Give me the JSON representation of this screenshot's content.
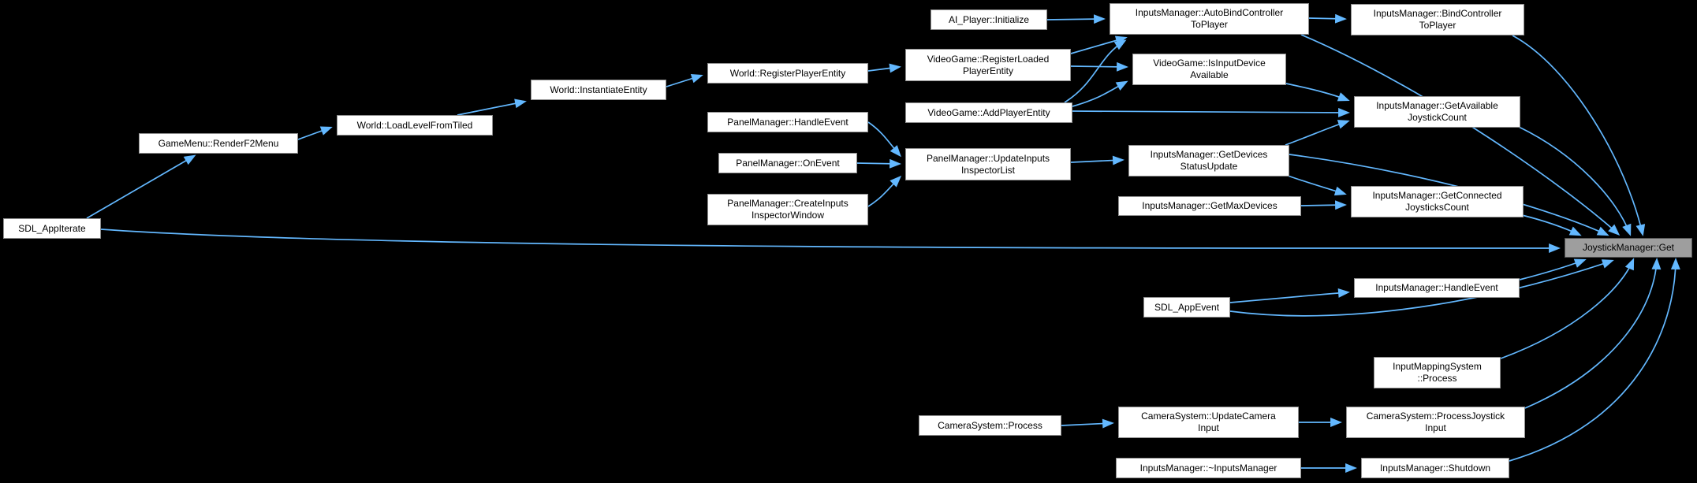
{
  "diagram": {
    "type": "call-graph",
    "highlighted_node": "JoystickManager::Get",
    "colors": {
      "background": "#000000",
      "edge": "#63b8ff",
      "node_fill": "#ffffff",
      "node_border": "#8f8f8f",
      "node_text": "#000000",
      "highlight_fill": "#9e9e9e",
      "highlight_border": "#555555"
    },
    "nodes": [
      {
        "id": "sdl_appiterate",
        "lines": [
          "SDL_AppIterate"
        ]
      },
      {
        "id": "rendermenu",
        "lines": [
          "GameMenu::RenderF2Menu"
        ]
      },
      {
        "id": "loadlevel",
        "lines": [
          "World::LoadLevelFromTiled"
        ]
      },
      {
        "id": "instantiate",
        "lines": [
          "World::InstantiateEntity"
        ]
      },
      {
        "id": "registerplayer",
        "lines": [
          "World::RegisterPlayerEntity"
        ]
      },
      {
        "id": "pm_handleevent",
        "lines": [
          "PanelManager::HandleEvent"
        ]
      },
      {
        "id": "pm_onevent",
        "lines": [
          "PanelManager::OnEvent"
        ]
      },
      {
        "id": "pm_createinputs",
        "lines": [
          "PanelManager::CreateInputs",
          "InspectorWindow"
        ]
      },
      {
        "id": "registerloaded",
        "lines": [
          "VideoGame::RegisterLoaded",
          "PlayerEntity"
        ]
      },
      {
        "id": "addplayer",
        "lines": [
          "VideoGame::AddPlayerEntity"
        ]
      },
      {
        "id": "pm_updateinputs",
        "lines": [
          "PanelManager::UpdateInputs",
          "InspectorList"
        ]
      },
      {
        "id": "ai_init",
        "lines": [
          "AI_Player::Initialize"
        ]
      },
      {
        "id": "autobind",
        "lines": [
          "InputsManager::AutoBindController",
          "ToPlayer"
        ]
      },
      {
        "id": "isinputdevice",
        "lines": [
          "VideoGame::IsInputDevice",
          "Available"
        ]
      },
      {
        "id": "getdevices",
        "lines": [
          "InputsManager::GetDevices",
          "StatusUpdate"
        ]
      },
      {
        "id": "getmaxdevices",
        "lines": [
          "InputsManager::GetMaxDevices"
        ]
      },
      {
        "id": "bindcontroller",
        "lines": [
          "InputsManager::BindController",
          "ToPlayer"
        ]
      },
      {
        "id": "getavailable",
        "lines": [
          "InputsManager::GetAvailable",
          "JoystickCount"
        ]
      },
      {
        "id": "getconnected",
        "lines": [
          "InputsManager::GetConnected",
          "JoysticksCount"
        ]
      },
      {
        "id": "get",
        "lines": [
          "JoystickManager::Get"
        ],
        "highlighted": true
      },
      {
        "id": "im_handleevent",
        "lines": [
          "InputsManager::HandleEvent"
        ]
      },
      {
        "id": "sdl_appevent",
        "lines": [
          "SDL_AppEvent"
        ]
      },
      {
        "id": "inputmapping",
        "lines": [
          "InputMappingSystem",
          "::Process"
        ]
      },
      {
        "id": "cs_process",
        "lines": [
          "CameraSystem::Process"
        ]
      },
      {
        "id": "cs_update",
        "lines": [
          "CameraSystem::UpdateCamera",
          "Input"
        ]
      },
      {
        "id": "cs_processjoy",
        "lines": [
          "CameraSystem::ProcessJoystick",
          "Input"
        ]
      },
      {
        "id": "im_dtor",
        "lines": [
          "InputsManager::~InputsManager"
        ]
      },
      {
        "id": "im_shutdown",
        "lines": [
          "InputsManager::Shutdown"
        ]
      }
    ],
    "edges": [
      {
        "from": "sdl_appiterate",
        "to": "rendermenu"
      },
      {
        "from": "sdl_appiterate",
        "to": "get"
      },
      {
        "from": "rendermenu",
        "to": "loadlevel"
      },
      {
        "from": "loadlevel",
        "to": "instantiate"
      },
      {
        "from": "instantiate",
        "to": "registerplayer"
      },
      {
        "from": "registerplayer",
        "to": "registerloaded"
      },
      {
        "from": "registerloaded",
        "to": "autobind"
      },
      {
        "from": "registerloaded",
        "to": "isinputdevice"
      },
      {
        "from": "addplayer",
        "to": "autobind"
      },
      {
        "from": "addplayer",
        "to": "isinputdevice"
      },
      {
        "from": "addplayer",
        "to": "getavailable"
      },
      {
        "from": "ai_init",
        "to": "autobind"
      },
      {
        "from": "autobind",
        "to": "bindcontroller"
      },
      {
        "from": "autobind",
        "to": "get"
      },
      {
        "from": "bindcontroller",
        "to": "get"
      },
      {
        "from": "isinputdevice",
        "to": "getavailable"
      },
      {
        "from": "pm_handleevent",
        "to": "pm_updateinputs"
      },
      {
        "from": "pm_onevent",
        "to": "pm_updateinputs"
      },
      {
        "from": "pm_createinputs",
        "to": "pm_updateinputs"
      },
      {
        "from": "pm_updateinputs",
        "to": "getdevices"
      },
      {
        "from": "getdevices",
        "to": "getavailable"
      },
      {
        "from": "getdevices",
        "to": "getconnected"
      },
      {
        "from": "getdevices",
        "to": "get"
      },
      {
        "from": "getmaxdevices",
        "to": "getconnected"
      },
      {
        "from": "getavailable",
        "to": "get"
      },
      {
        "from": "getconnected",
        "to": "get"
      },
      {
        "from": "sdl_appevent",
        "to": "im_handleevent"
      },
      {
        "from": "sdl_appevent",
        "to": "get"
      },
      {
        "from": "im_handleevent",
        "to": "get"
      },
      {
        "from": "inputmapping",
        "to": "get"
      },
      {
        "from": "cs_process",
        "to": "cs_update"
      },
      {
        "from": "cs_update",
        "to": "cs_processjoy"
      },
      {
        "from": "cs_processjoy",
        "to": "get"
      },
      {
        "from": "im_dtor",
        "to": "im_shutdown"
      },
      {
        "from": "im_shutdown",
        "to": "get"
      }
    ]
  }
}
